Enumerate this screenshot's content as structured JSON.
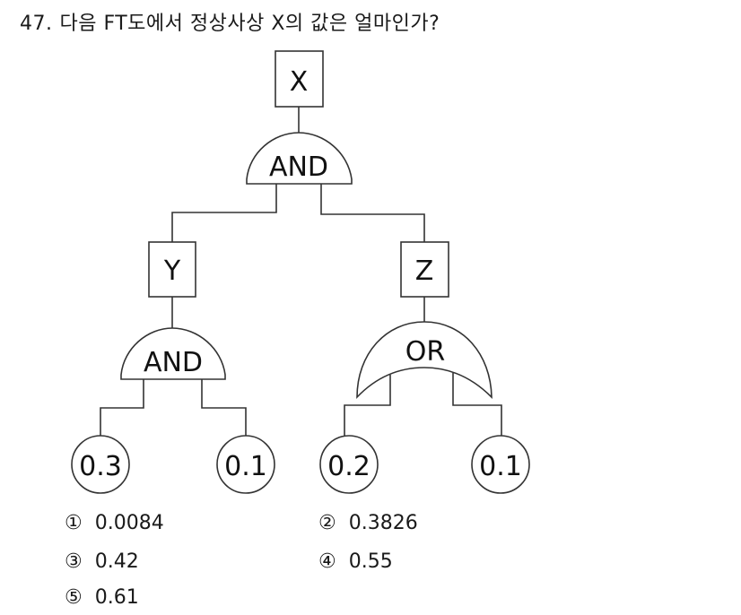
{
  "question": {
    "number": "47.",
    "text": "다음 FT도에서 정상사상 X의 값은 얼마인가?"
  },
  "diagram": {
    "top_event": {
      "label": "X"
    },
    "top_gate": {
      "type": "AND",
      "label": "AND"
    },
    "left_branch": {
      "event": {
        "label": "Y"
      },
      "gate": {
        "type": "AND",
        "label": "AND"
      },
      "basic_events": [
        {
          "label": "0.3",
          "value": 0.3
        },
        {
          "label": "0.1",
          "value": 0.1
        }
      ]
    },
    "right_branch": {
      "event": {
        "label": "Z"
      },
      "gate": {
        "type": "OR",
        "label": "OR"
      },
      "basic_events": [
        {
          "label": "0.2",
          "value": 0.2
        },
        {
          "label": "0.1",
          "value": 0.1
        }
      ]
    }
  },
  "answers": [
    {
      "mark": "①",
      "value": "0.0084"
    },
    {
      "mark": "②",
      "value": "0.3826"
    },
    {
      "mark": "③",
      "value": "0.42"
    },
    {
      "mark": "④",
      "value": "0.55"
    },
    {
      "mark": "⑤",
      "value": "0.61"
    }
  ]
}
